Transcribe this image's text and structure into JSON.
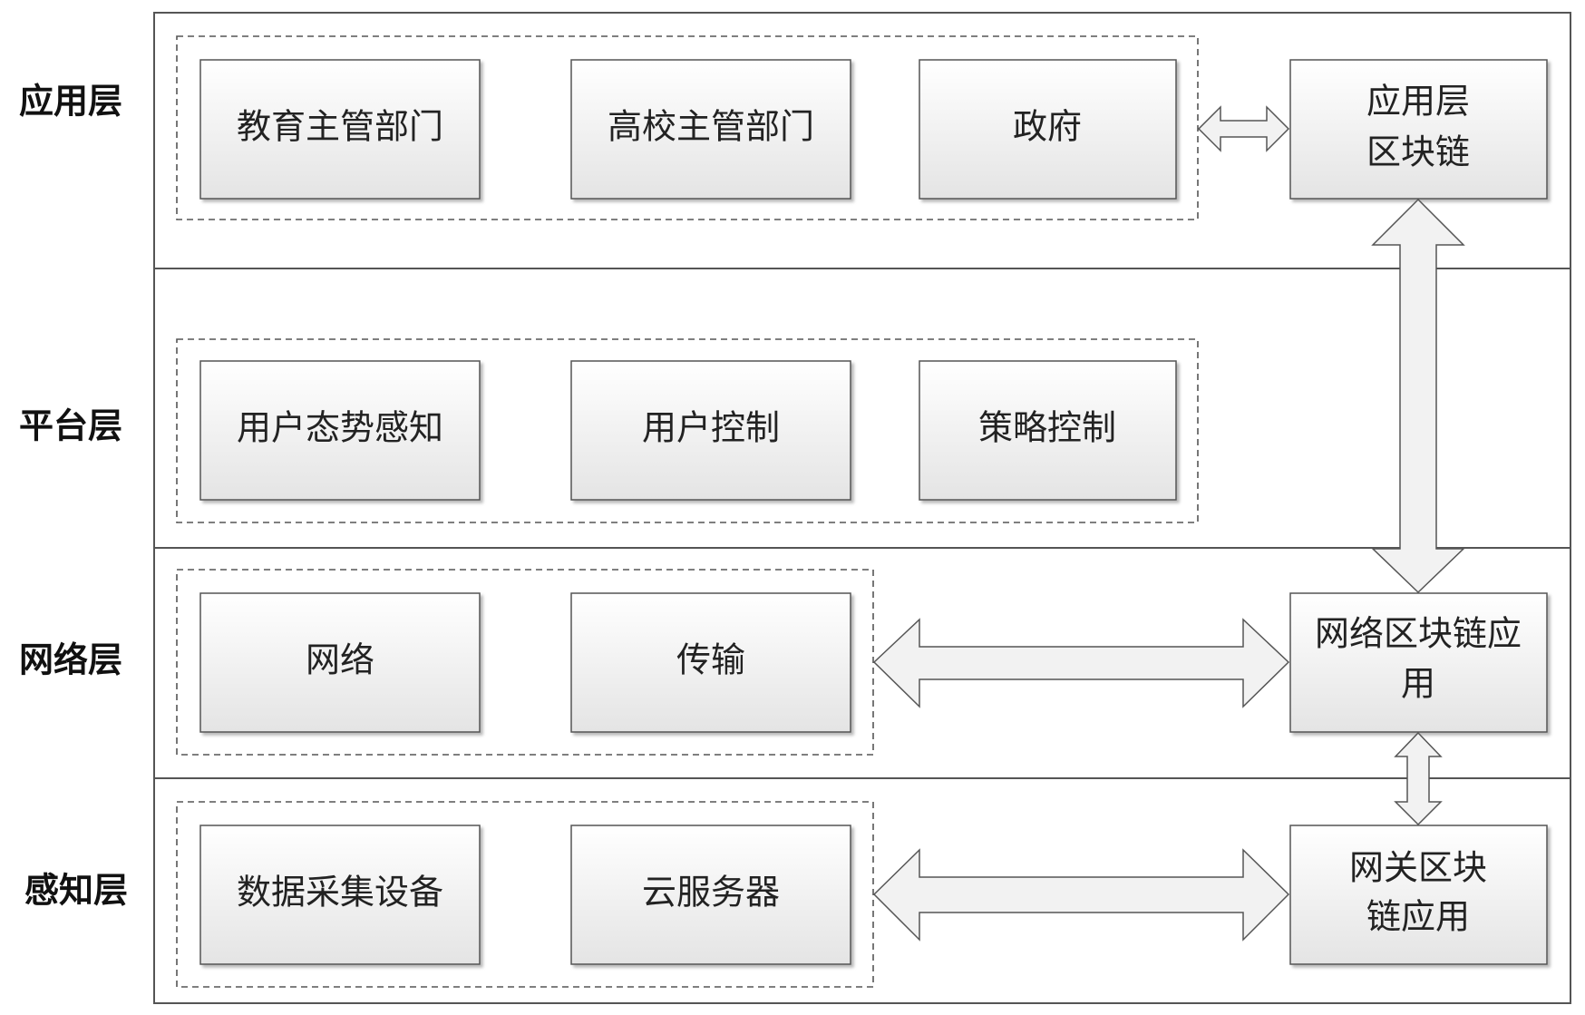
{
  "layers": [
    {
      "name": "应用层",
      "modules": [
        "教育主管部门",
        "高校主管部门",
        "政府"
      ]
    },
    {
      "name": "平台层",
      "modules": [
        "用户态势感知",
        "用户控制",
        "策略控制"
      ]
    },
    {
      "name": "网络层",
      "modules": [
        "网络",
        "传输"
      ]
    },
    {
      "name": "感知层",
      "modules": [
        "数据采集设备",
        "云服务器"
      ]
    }
  ],
  "blockchain": {
    "application": [
      "应用层",
      "区块链"
    ],
    "network": [
      "网络区块链应",
      "用"
    ],
    "gateway": [
      "网关区块",
      "链应用"
    ]
  },
  "colors": {
    "frame": "#555555",
    "box_gradient_top": "#ffffff",
    "box_gradient_bottom": "#e4e4e4",
    "arrow_fill": "#f2f2f2"
  }
}
